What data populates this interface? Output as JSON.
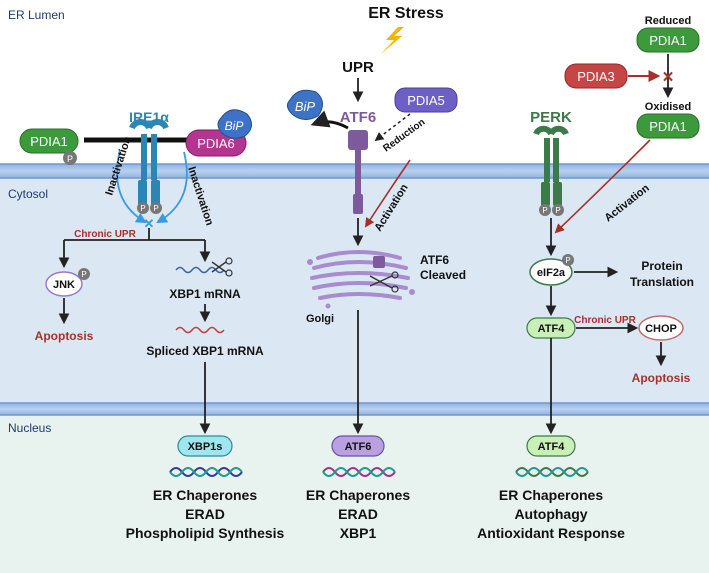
{
  "regions": {
    "er_lumen": "ER Lumen",
    "cytosol": "Cytosol",
    "nucleus": "Nucleus"
  },
  "stress": {
    "title": "ER Stress",
    "upr": "UPR"
  },
  "ire1": {
    "name": "IRE1α",
    "pdia1": "PDIA1",
    "pdia6": "PDIA6",
    "bip": "BiP",
    "phospho": "P",
    "inactivation_left": "Inactivation",
    "inactivation_right": "Inactivation",
    "chronic_upr": "Chronic UPR",
    "jnk": "JNK",
    "apoptosis": "Apoptosis",
    "xbp1_mrna": "XBP1 mRNA",
    "spliced_xbp1": "Spliced XBP1 mRNA",
    "xbp1s": "XBP1s",
    "outputs": [
      "ER Chaperones",
      "ERAD",
      "Phospholipid Synthesis"
    ]
  },
  "atf6": {
    "name": "ATF6",
    "bip": "BiP",
    "pdia5": "PDIA5",
    "reduction": "Reduction",
    "activation": "Activation",
    "golgi": "Golgi",
    "cleaved_line1": "ATF6",
    "cleaved_line2": "Cleaved",
    "nuclear": "ATF6",
    "outputs": [
      "ER Chaperones",
      "ERAD",
      "XBP1"
    ]
  },
  "perk": {
    "name": "PERK",
    "reduced": "Reduced",
    "pdia1_reduced": "PDIA1",
    "pdia3": "PDIA3",
    "oxidised": "Oxidised",
    "pdia1_oxidised": "PDIA1",
    "activation": "Activation",
    "phospho": "P",
    "eif2a": "eIF2a",
    "protein_line1": "Protein",
    "protein_line2": "Translation",
    "atf4": "ATF4",
    "chronic_upr": "Chronic UPR",
    "chop": "CHOP",
    "apoptosis": "Apoptosis",
    "atf4_nuclear": "ATF4",
    "outputs": [
      "ER Chaperones",
      "Autophagy",
      "Antioxidant Response"
    ]
  },
  "colors": {
    "cytosol_fill": "#dbe8f4",
    "nucleus_fill": "#e8f2ee",
    "membrane": "#7fa6d6",
    "pdia1_green": "#3c9a3c",
    "pdia6_magenta": "#b3358f",
    "bip_blue": "#3d72c6",
    "pdia5_purple": "#6e5fc4",
    "pdia3_red": "#c64545",
    "ire1_teal": "#2b86b3",
    "atf6_purple": "#7e5a9c",
    "perk_green": "#3d7a4a",
    "apoptosis_red": "#a8302a",
    "chronic_red": "#a8302a",
    "lightning": "#f4b400"
  }
}
